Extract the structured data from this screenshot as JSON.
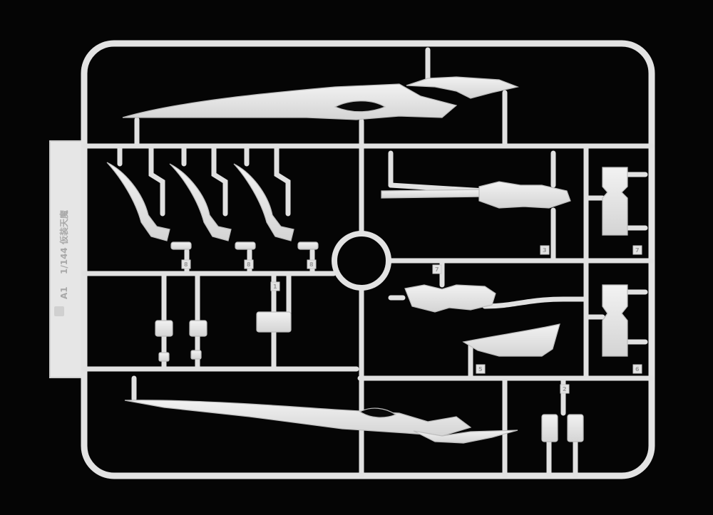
{
  "photo": {
    "background_color": "#050505",
    "plastic_color": "#e9e9e9",
    "shadow_color": "#bdbdbd"
  },
  "runner_label": {
    "code": "A1",
    "text": "1/144 仮装天魔"
  },
  "part_tags": [
    "8",
    "8",
    "8",
    "3",
    "7",
    "7",
    "1",
    "5",
    "6",
    "2"
  ]
}
